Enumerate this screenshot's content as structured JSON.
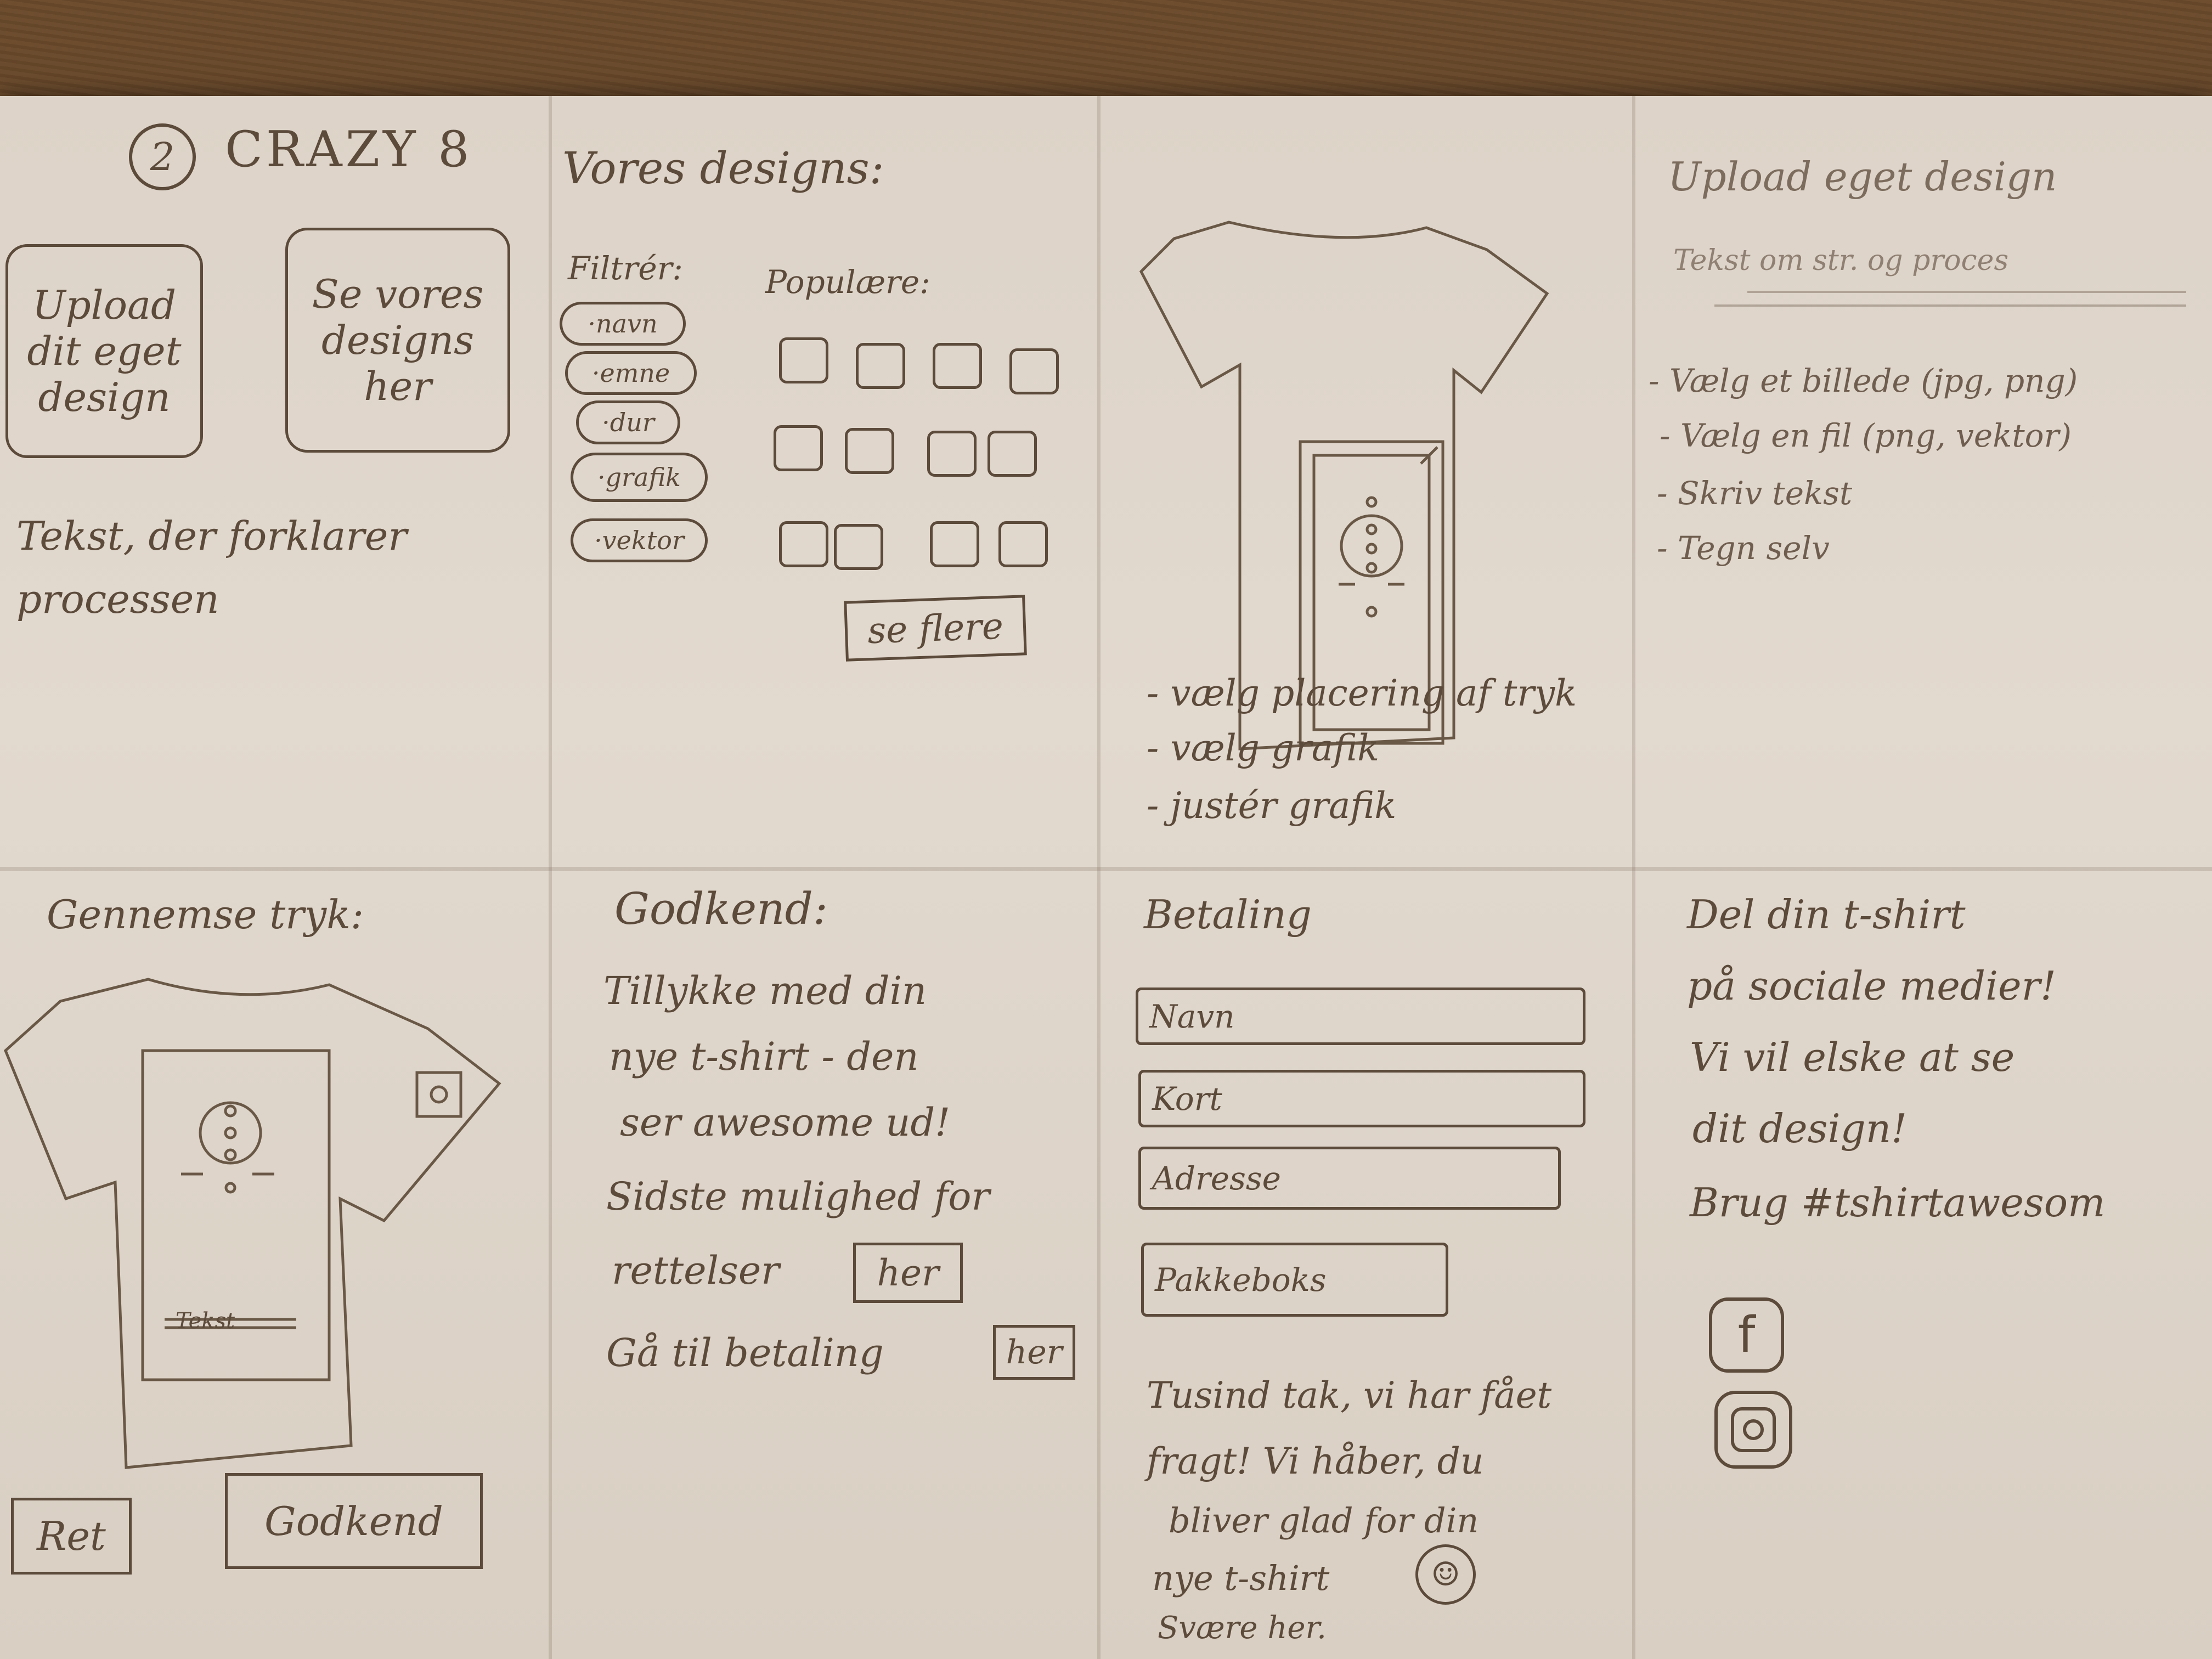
{
  "panel1": {
    "number": "2",
    "title": "CRAZY 8",
    "upload_box": "Upload dit eget design",
    "designs_box": "Se vores designs her",
    "description": "Tekst, der forklarer processen"
  },
  "panel2": {
    "title": "Vores designs:",
    "filter_label": "Filtrér:",
    "popular_label": "Populære:",
    "filters": [
      "·navn",
      "·emne",
      "·dur",
      "·grafik",
      "·vektor"
    ],
    "see_more": "se flere"
  },
  "panel3": {
    "steps": [
      "- vælg placering af tryk",
      "- vælg grafik",
      "- justér grafik"
    ]
  },
  "panel4": {
    "title": "Upload eget design",
    "subtitle": "Tekst om str. og proces",
    "options": [
      "- Vælg et billede (jpg, png)",
      "- Vælg en fil (png, vektor)",
      "- Skriv tekst",
      "- Tegn selv"
    ]
  },
  "panel5": {
    "title": "Gennemse tryk:",
    "shirt_text": "Tekst",
    "edit_button": "Ret",
    "approve_button": "Godkend"
  },
  "panel6": {
    "title": "Godkend:",
    "line1": "Tillykke med din",
    "line2": "nye t-shirt - den",
    "line3": "ser awesome ud!",
    "line4": "Sidste mulighed for",
    "line5": "rettelser",
    "here_button": "her",
    "line6": "Gå til betaling",
    "here_button2": "her"
  },
  "panel7": {
    "title": "Betaling",
    "fields": [
      "Navn",
      "Kort",
      "Adresse",
      "Pakkeboks"
    ],
    "thanks1": "Tusind tak, vi har fået",
    "thanks2": "fragt! Vi håber, du",
    "thanks3": "bliver glad for din",
    "thanks4": "nye t-shirt",
    "thanks5": "Svære her."
  },
  "panel8": {
    "line1": "Del din t-shirt",
    "line2": "på sociale medier!",
    "line3": "Vi vil elske at se",
    "line4": "dit design!",
    "line5": "Brug #tshirtawesom",
    "icons": [
      "facebook-icon",
      "instagram-icon"
    ]
  }
}
